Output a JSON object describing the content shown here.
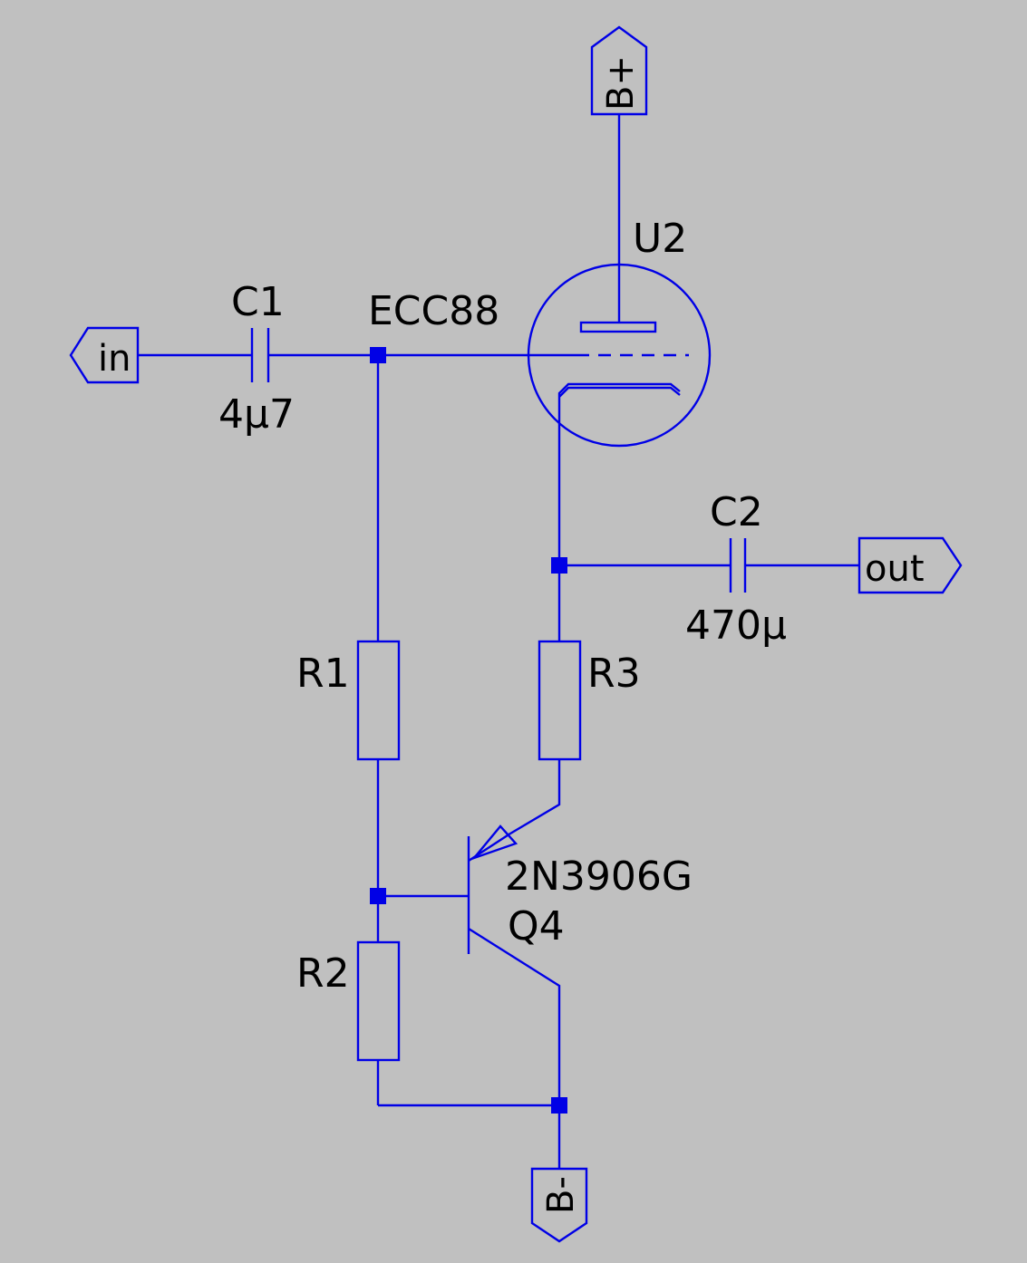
{
  "colors": {
    "background": "#c0c0c0",
    "wire": "#0000e6",
    "text": "#000000"
  },
  "ports": {
    "in": "in",
    "out": "out",
    "b_plus": "B+",
    "b_minus": "B-"
  },
  "components": {
    "c1": {
      "ref": "C1",
      "value": "4µ7"
    },
    "c2": {
      "ref": "C2",
      "value": "470µ"
    },
    "r1": {
      "ref": "R1"
    },
    "r2": {
      "ref": "R2"
    },
    "r3": {
      "ref": "R3"
    },
    "u2": {
      "ref": "U2",
      "value": "ECC88"
    },
    "q4": {
      "ref": "Q4",
      "value": "2N3906G"
    }
  }
}
